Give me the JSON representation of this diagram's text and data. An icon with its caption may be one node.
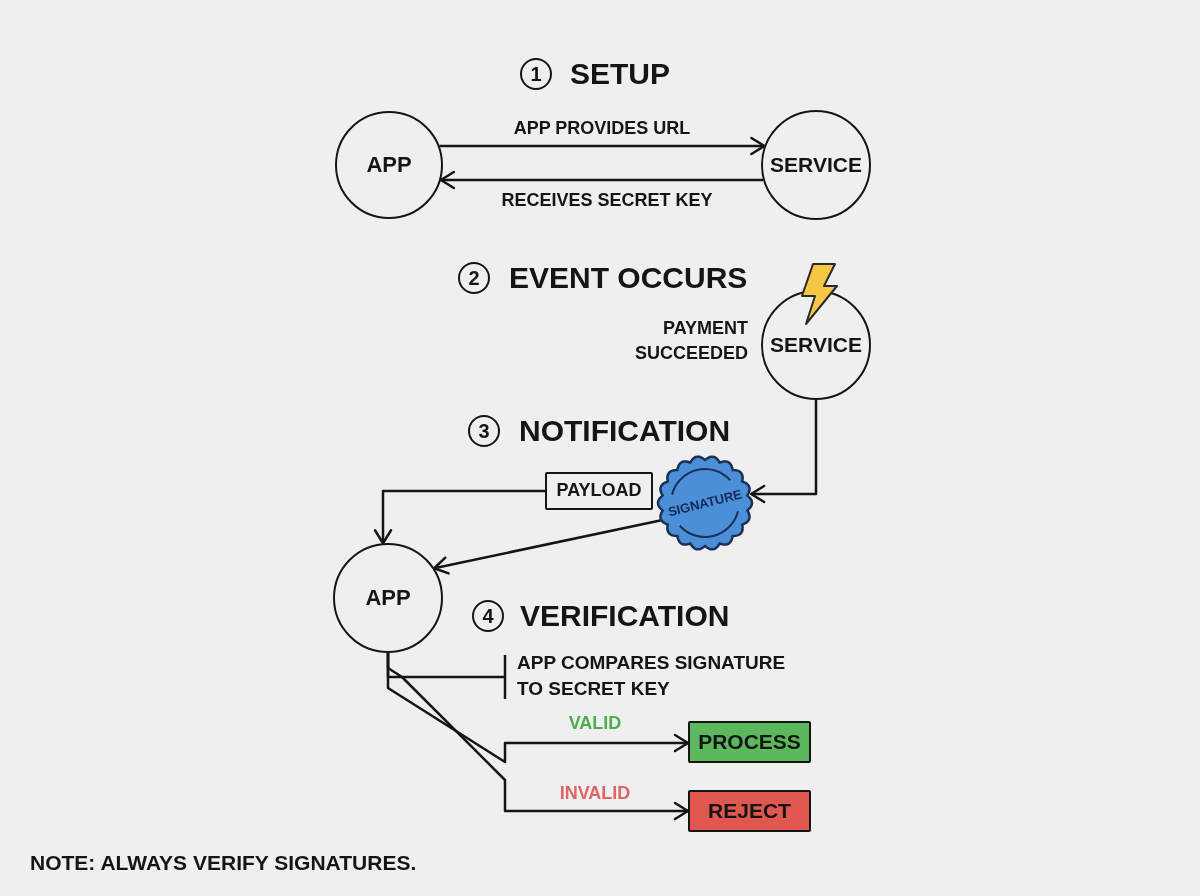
{
  "diagram": {
    "nodes": [
      {
        "text": [
          "APP"
        ]
      },
      {
        "text": [
          "SERVICE"
        ]
      },
      {
        "text": [
          "SERVICE"
        ],
        "beside": [
          "PAYMENT SUCCEEDED"
        ]
      },
      {
        "text": [
          "PAYLOAD"
        ]
      },
      {
        "text": [
          "SIGNATURE"
        ]
      },
      {
        "text": [
          "APP"
        ]
      },
      {
        "text": [
          "APP COMPARES SIGNATURE TO SECRET KEY"
        ]
      },
      {
        "text": [
          "PROCESS"
        ]
      },
      {
        "text": [
          "REJECT"
        ]
      }
    ],
    "edges": [
      {
        "from": 0,
        "to": 1,
        "arrow": "to",
        "label": "APP PROVIDES URL"
      },
      {
        "from": 1,
        "to": 0,
        "arrow": "to",
        "label": "RECEIVES SECRET KEY"
      },
      {
        "from": 2,
        "to": 4,
        "arrow": "to"
      },
      {
        "from": 3,
        "to": 5,
        "arrow": "to"
      },
      {
        "from": 4,
        "to": 5,
        "arrow": "to"
      },
      {
        "from": 5,
        "to": 6,
        "arrow": "other"
      },
      {
        "from": 5,
        "to": 7,
        "arrow": "to",
        "label": "VALID"
      },
      {
        "from": 5,
        "to": 8,
        "arrow": "to",
        "label": "INVALID"
      }
    ],
    "labels": [
      "1",
      "SETUP",
      "2",
      "EVENT OCCURS",
      "3",
      "NOTIFICATION",
      "4",
      "VERIFICATION",
      "NOTE: ALWAYS VERIFY SIGNATURES."
    ]
  }
}
